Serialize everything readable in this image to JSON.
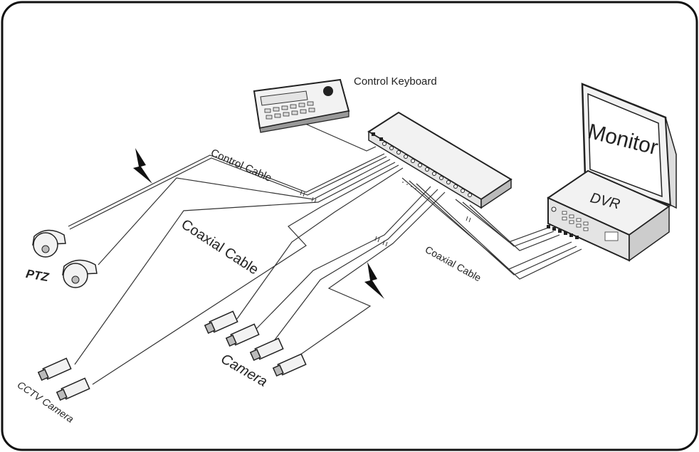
{
  "labels": {
    "control_keyboard": "Control Keyboard",
    "monitor": "Monitor",
    "dvr": "DVR",
    "control_cable": "Control Cable",
    "coaxial_cable_main": "Coaxial Cable",
    "coaxial_cable_dvr": "Coaxial Cable",
    "ptz": "PTZ",
    "camera": "Camera",
    "cctv_camera": "CCTV Camera"
  },
  "colors": {
    "stroke": "#222222",
    "device_fill": "#f2f2f2",
    "panel_fill": "#e4e4e4",
    "background": "#ffffff"
  },
  "icons": [
    "lightning-bolt-icon",
    "ptz-dome-camera-icon",
    "box-camera-icon",
    "control-keyboard-icon",
    "video-matrix-icon",
    "dvr-icon",
    "monitor-icon"
  ]
}
